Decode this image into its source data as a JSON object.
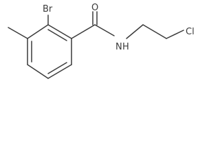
{
  "molecule": {
    "atoms": {
      "br": "Br",
      "o": "O",
      "n": "N",
      "h": "H",
      "cl": "Cl"
    },
    "colors": {
      "bond": "#3a3a3a",
      "label": "#3a3a3a",
      "background": "#ffffff"
    }
  }
}
